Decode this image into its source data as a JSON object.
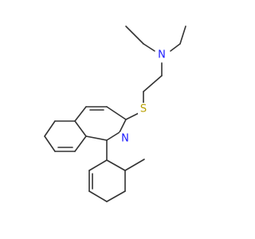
{
  "molecule": {
    "atom_labels": {
      "nitrogen_amine": "N",
      "sulfur": "S",
      "nitrogen_ring": "N"
    },
    "colors": {
      "bond": "#333333",
      "nitrogen": "#1a1aff",
      "sulfur": "#b8a000",
      "background": "#ffffff"
    }
  }
}
